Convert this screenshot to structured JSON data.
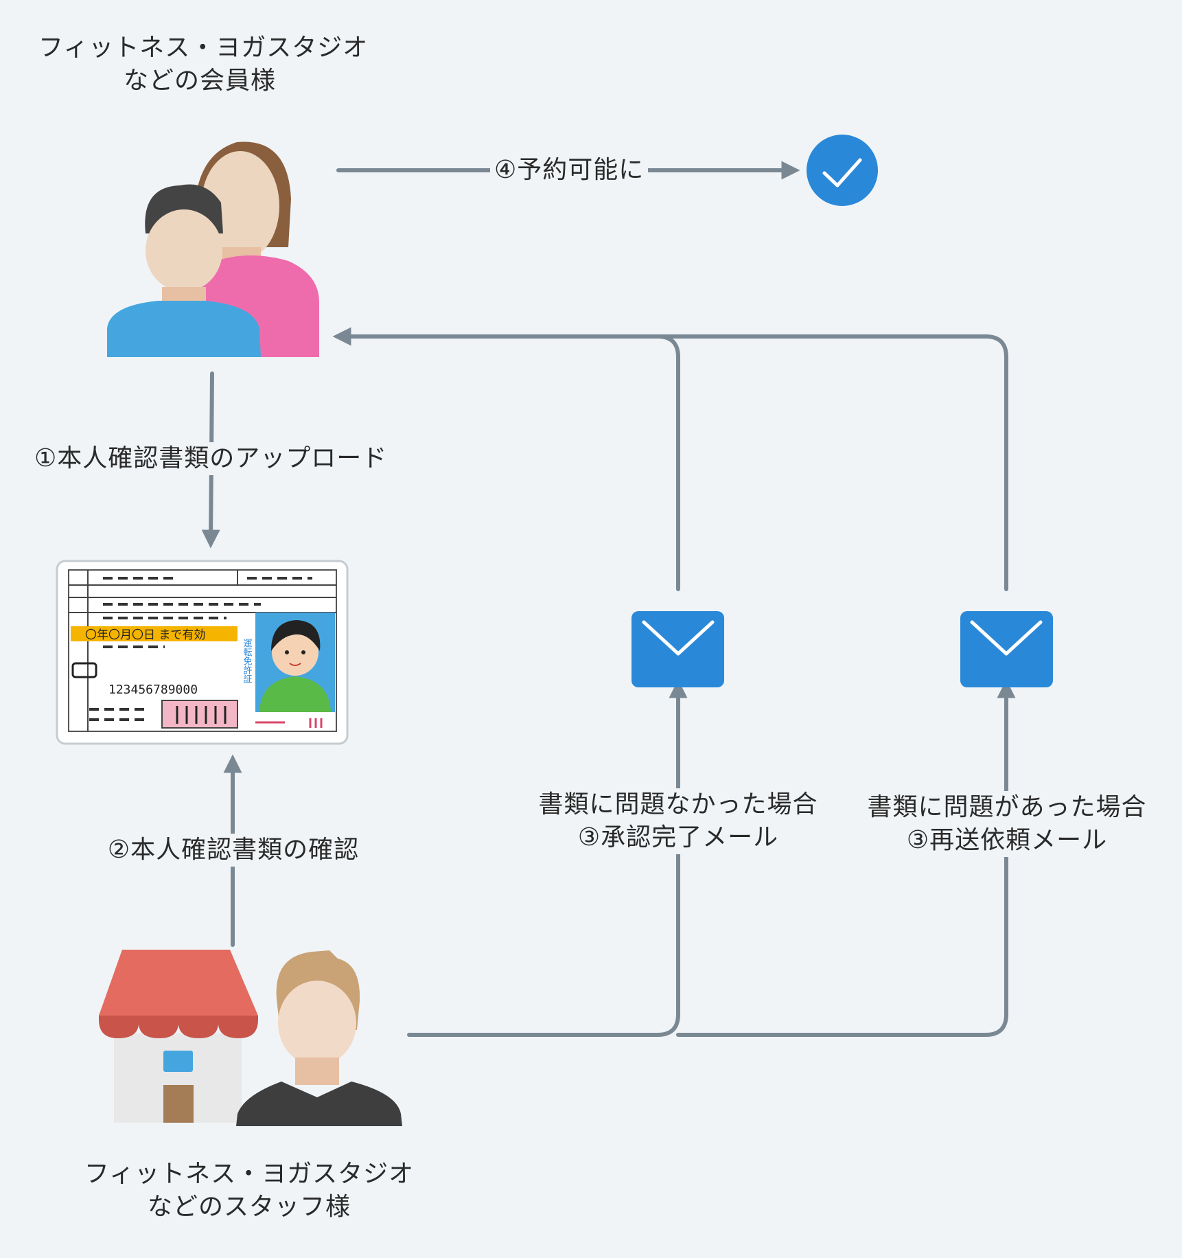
{
  "member": {
    "line1": "フィットネス・ヨガスタジオ",
    "line2": "などの会員様"
  },
  "staff": {
    "line1": "フィットネス・ヨガスタジオ",
    "line2": "などのスタッフ様"
  },
  "steps": {
    "upload": "①本人確認書類のアップロード",
    "check": "②本人確認書類の確認",
    "ok_line1": "書類に問題なかった場合",
    "ok_line2": "③承認完了メール",
    "ng_line1": "書類に問題があった場合",
    "ng_line2": "③再送依頼メール",
    "bookable": "④予約可能に"
  },
  "id_card": {
    "expiry": "〇年〇月〇日 まで有効",
    "number": "123456789000",
    "vertical_title": "運転免許証"
  },
  "colors": {
    "background": "#f0f4f7",
    "connector": "#7a8893",
    "accent_blue": "#2a88d8",
    "woman_shirt": "#ef6cac",
    "man_shirt": "#45a6df",
    "shop_roof": "#e36b5f",
    "staff_shirt": "#3e3e3e"
  },
  "icons": [
    "members-icon",
    "check-circle-icon",
    "id-card-icon",
    "mail-icon",
    "shop-icon",
    "staff-icon"
  ]
}
